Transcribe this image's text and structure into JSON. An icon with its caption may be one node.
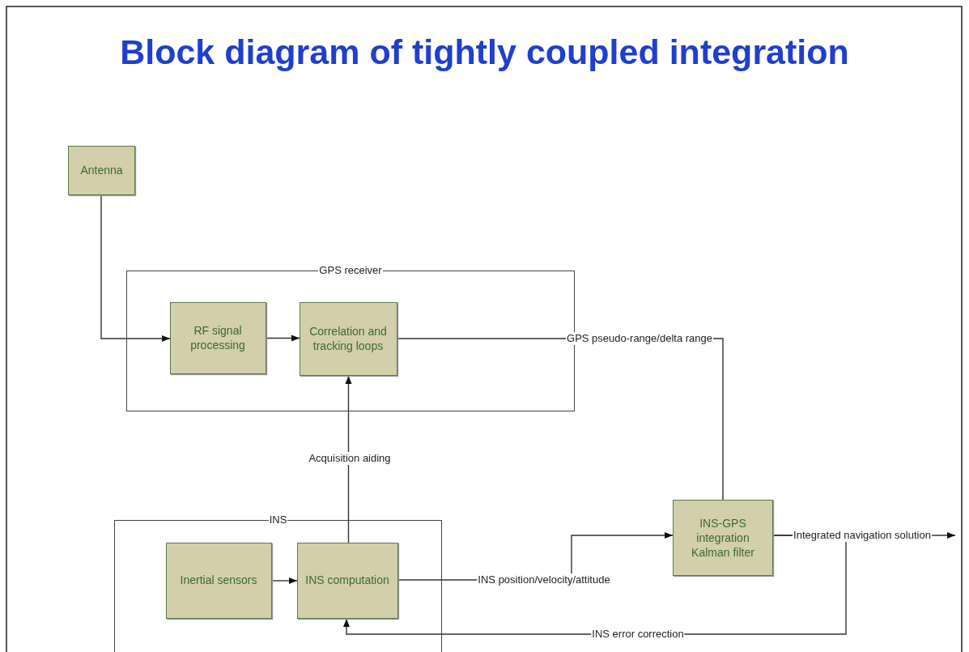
{
  "diagram": {
    "title": "Block diagram of tightly coupled integration",
    "nodes": [
      {
        "text": [
          "GPS receiver"
        ]
      },
      {
        "text": [
          "Antenna"
        ]
      },
      {
        "text": [
          "RF signal processing"
        ],
        "in": 0
      },
      {
        "text": [
          "Correlation and tracking loops"
        ],
        "in": 0
      },
      {
        "text": [
          "INS"
        ]
      },
      {
        "text": [
          "Inertial sensors"
        ],
        "in": 4
      },
      {
        "text": [
          "INS computation"
        ],
        "in": 4
      },
      {
        "text": [
          "INS-GPS integration Kalman filter"
        ]
      }
    ],
    "edges": [
      {
        "from": 1,
        "to": 2,
        "arrow": "to"
      },
      {
        "from": 2,
        "to": 3,
        "arrow": "to"
      },
      {
        "from": 3,
        "to": 7,
        "arrow": "none",
        "label": "GPS pseudo-range/delta range"
      },
      {
        "from": 6,
        "to": 3,
        "arrow": "to",
        "label": "Acquisition aiding"
      },
      {
        "from": 5,
        "to": 6,
        "arrow": "to"
      },
      {
        "from": 6,
        "to": 7,
        "arrow": "to",
        "label": "INS position/velocity/attitude"
      },
      {
        "from": 7,
        "to": 6,
        "arrow": "to",
        "label": "INS error correction"
      },
      {
        "from": 7,
        "to": null,
        "arrow": "to",
        "label": "Integrated navigation solution"
      }
    ]
  }
}
